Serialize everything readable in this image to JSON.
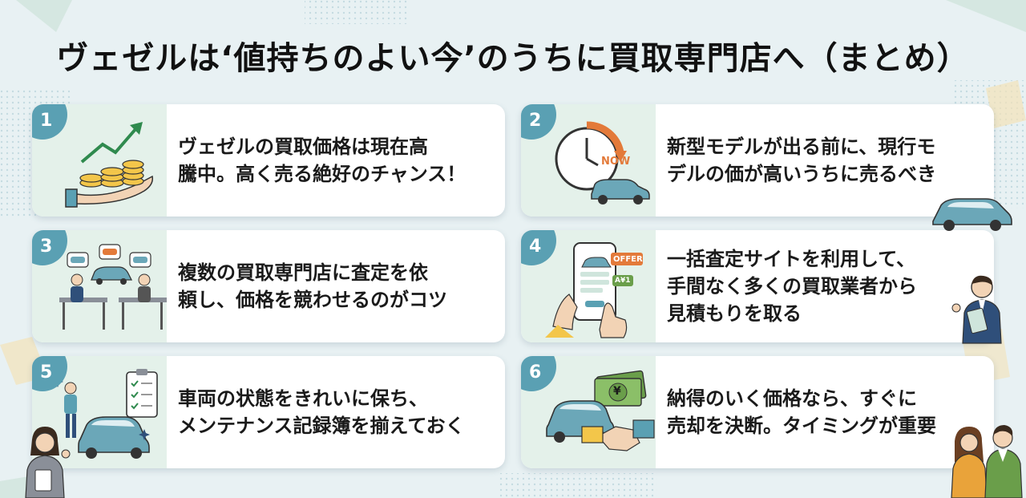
{
  "title": "ヴェゼルは‘値持ちのよい今’のうちに買取専門店へ（まとめ）",
  "colors": {
    "accent": "#5aa0b3",
    "illustration_bg": "#e4f1ea",
    "card_bg": "#ffffff",
    "page_bg": "#e8f1f3"
  },
  "cards": [
    {
      "number": "1",
      "text": "ヴェゼルの買取価格は現在高\n騰中。高く売る絶好のチャンス！",
      "icon": "rising-money-icon"
    },
    {
      "number": "2",
      "text": "新型モデルが出る前に、現行モ\nデルの価が高いうちに売るべき",
      "icon": "clock-now-car-icon",
      "badge": "NOW"
    },
    {
      "number": "3",
      "text": "複数の買取専門店に査定を依\n頼し、価格を競わせるのがコツ",
      "icon": "dealers-compete-icon"
    },
    {
      "number": "4",
      "text": "一括査定サイトを利用して、\n手間なく多くの買取業者から\n見積もりを取る",
      "icon": "smartphone-offer-icon",
      "badges": [
        "OFFER",
        "A¥1"
      ]
    },
    {
      "number": "5",
      "text": "車両の状態をきれいに保ち、\nメンテナンス記録簿を揃えておく",
      "icon": "maintenance-checklist-icon"
    },
    {
      "number": "6",
      "text": "納得のいく価格なら、すぐに\n売却を決断。タイミングが重要",
      "icon": "handshake-money-icon",
      "banknote_symbol": "¥"
    }
  ]
}
